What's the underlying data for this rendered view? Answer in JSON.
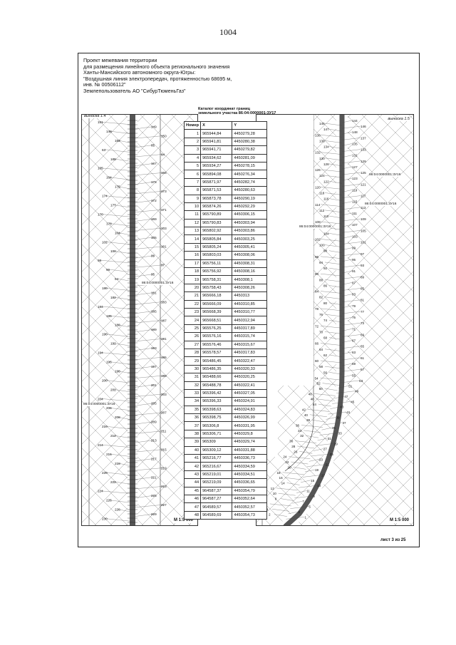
{
  "page_number": "1004",
  "title_lines": [
    "Проект межевания территории",
    "для размещения линейного объекта регионального значения",
    "Ханты-Мансийского автономного округа-Югры:",
    "\"Воздушная линия электропередач, протяженностью 68695 м,",
    "инв. № 00506112\"",
    "Землепользователь АО \"СибурТюменьГаз\""
  ],
  "left_map": {
    "tag": "выноска 1.4",
    "parcel_labels": [
      "86:04:0000001:3У16",
      "86:04:0000001:3У16"
    ],
    "scale": "М 1:5 000"
  },
  "right_map": {
    "tag": "выноска 1.5",
    "parcel_labels": [
      "86:04:0000001:3У16",
      "86:04:0000001:3У16",
      "86:04:0000001:3У16"
    ],
    "scale": "М 1:5 000"
  },
  "catalog": {
    "title_line1": "Каталог координат границ",
    "title_line2": "земельного участка 86:04:0000001:3У17",
    "columns": [
      "Номер",
      "X",
      "Y"
    ],
    "rows": [
      [
        "1",
        "965944,84",
        "4450279,28"
      ],
      [
        "2",
        "965941,81",
        "4450280,38"
      ],
      [
        "3",
        "965941,71",
        "4450279,82"
      ],
      [
        "4",
        "965934,62",
        "4450281,09"
      ],
      [
        "5",
        "965934,27",
        "4450278,15"
      ],
      [
        "6",
        "965894,08",
        "4450276,34"
      ],
      [
        "7",
        "965871,97",
        "4450282,74"
      ],
      [
        "8",
        "965871,53",
        "4450280,63"
      ],
      [
        "9",
        "965873,78",
        "4450290,19"
      ],
      [
        "10",
        "965874,26",
        "4450292,29"
      ],
      [
        "11",
        "965790,89",
        "4450306,15"
      ],
      [
        "12",
        "965790,83",
        "4450303,94"
      ],
      [
        "13",
        "965802,92",
        "4450303,86"
      ],
      [
        "14",
        "965805,84",
        "4450303,25"
      ],
      [
        "15",
        "965805,24",
        "4450305,41"
      ],
      [
        "16",
        "965803,03",
        "4450308,06"
      ],
      [
        "17",
        "965756,11",
        "4450308,31"
      ],
      [
        "18",
        "965756,92",
        "4450308,16"
      ],
      [
        "19",
        "965758,31",
        "4450308,1"
      ],
      [
        "20",
        "965758,43",
        "4450308,26"
      ],
      [
        "21",
        "965666,18",
        "4450313"
      ],
      [
        "22",
        "965666,09",
        "4450310,85"
      ],
      [
        "23",
        "965668,39",
        "4450310,77"
      ],
      [
        "24",
        "965668,51",
        "4450312,94"
      ],
      [
        "25",
        "965576,25",
        "4450317,89"
      ],
      [
        "26",
        "965576,16",
        "4450315,74"
      ],
      [
        "27",
        "965576,46",
        "4450315,67"
      ],
      [
        "28",
        "965578,57",
        "4450317,83"
      ],
      [
        "29",
        "965486,45",
        "4450322,47"
      ],
      [
        "30",
        "965486,35",
        "4450320,33"
      ],
      [
        "31",
        "965488,66",
        "4450320,25"
      ],
      [
        "32",
        "965488,78",
        "4450322,41"
      ],
      [
        "33",
        "965396,42",
        "4450327,05"
      ],
      [
        "34",
        "965396,33",
        "4450324,91"
      ],
      [
        "35",
        "965398,63",
        "4450324,83"
      ],
      [
        "36",
        "965398,75",
        "4450326,99"
      ],
      [
        "37",
        "965306,8",
        "4450331,95"
      ],
      [
        "38",
        "965306,71",
        "4450329,8"
      ],
      [
        "39",
        "965309",
        "4450329,74"
      ],
      [
        "40",
        "965309,12",
        "4450331,88"
      ],
      [
        "41",
        "965216,77",
        "4450336,73"
      ],
      [
        "42",
        "965216,67",
        "4450334,59"
      ],
      [
        "43",
        "965219,01",
        "4450334,51"
      ],
      [
        "44",
        "965219,09",
        "4450336,65"
      ],
      [
        "45",
        "964587,37",
        "4450354,79"
      ],
      [
        "46",
        "964587,27",
        "4450352,64"
      ],
      [
        "47",
        "964589,57",
        "4450352,57"
      ],
      [
        "48",
        "964589,69",
        "4450354,73"
      ]
    ]
  },
  "sheet_label": "лист 3 из 25",
  "left_point_labels": [
    "151",
    "149",
    "148",
    "150",
    "152",
    "65",
    "63",
    "64",
    "168",
    "167",
    "165",
    "166",
    "164",
    "176",
    "175",
    "173",
    "174",
    "172",
    "177",
    "171",
    "170",
    "169",
    "178",
    "103",
    "104",
    "105",
    "102",
    "101",
    "100",
    "99",
    "98",
    "97",
    "96",
    "95",
    "94",
    "93",
    "180",
    "181",
    "182",
    "183",
    "184",
    "185",
    "186",
    "187",
    "188",
    "189",
    "190",
    "191",
    "192",
    "193",
    "194",
    "195",
    "196",
    "197",
    "198",
    "199",
    "200",
    "201",
    "202",
    "203",
    "204",
    "205",
    "206",
    "207",
    "208",
    "209",
    "210",
    "211",
    "212",
    "213",
    "214",
    "215",
    "216",
    "217",
    "218",
    "219",
    "220",
    "221",
    "222",
    "223",
    "224",
    "225",
    "226",
    "227",
    "228",
    "229",
    "230"
  ],
  "right_point_labels": [
    "144",
    "145",
    "146",
    "147",
    "148",
    "138",
    "137",
    "136",
    "135",
    "134",
    "133",
    "132",
    "131",
    "130",
    "129",
    "128",
    "127",
    "126",
    "125",
    "124",
    "123",
    "122",
    "121",
    "120",
    "119",
    "118",
    "117",
    "116",
    "115",
    "114",
    "113",
    "112",
    "111",
    "110",
    "109",
    "108",
    "107",
    "106",
    "105",
    "104",
    "103",
    "102",
    "101",
    "100",
    "99",
    "98",
    "97",
    "96",
    "95",
    "94",
    "93",
    "92",
    "91",
    "90",
    "89",
    "88",
    "87",
    "86",
    "85",
    "84",
    "83",
    "82",
    "81",
    "80",
    "79",
    "78",
    "77",
    "76",
    "75",
    "74",
    "73",
    "72",
    "71",
    "70",
    "69",
    "68",
    "67",
    "66",
    "65",
    "64",
    "63",
    "62",
    "61",
    "60",
    "59",
    "58",
    "57",
    "56",
    "55",
    "54",
    "53",
    "52",
    "51",
    "50",
    "49",
    "48",
    "47",
    "46",
    "45",
    "44",
    "43",
    "42",
    "41",
    "40",
    "39",
    "38",
    "37",
    "36",
    "35",
    "34",
    "33",
    "32",
    "31",
    "30",
    "29",
    "28",
    "27",
    "26",
    "25",
    "24",
    "23",
    "22",
    "21",
    "20",
    "19",
    "18",
    "17",
    "16",
    "15",
    "14",
    "13",
    "12",
    "11",
    "10",
    "9",
    "8",
    "7",
    "6",
    "5",
    "4",
    "3",
    "2",
    "1"
  ]
}
